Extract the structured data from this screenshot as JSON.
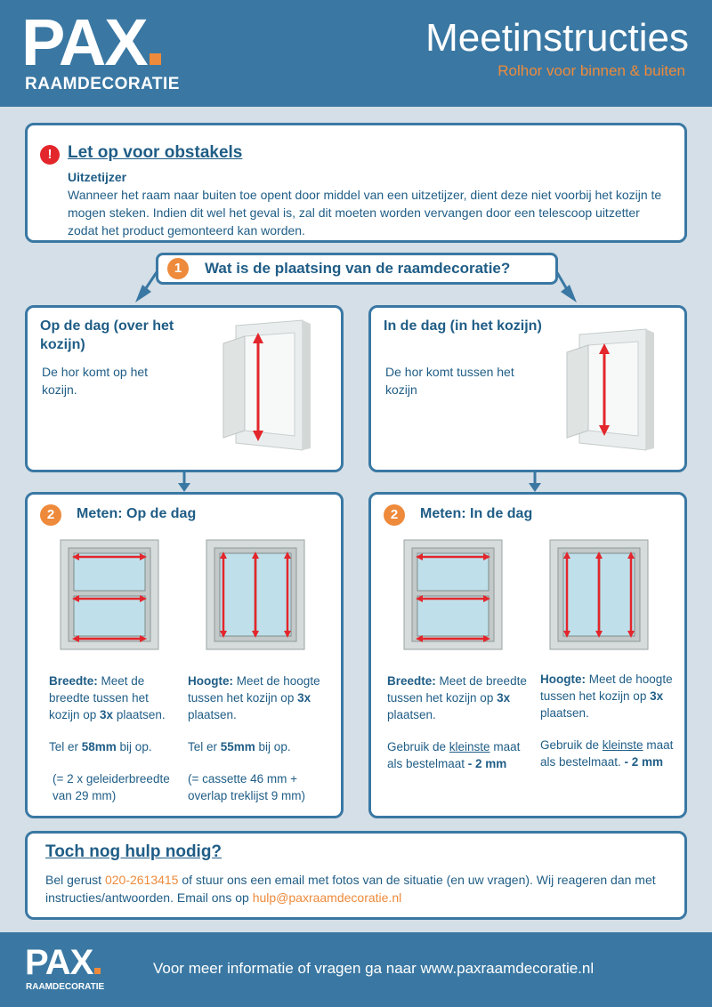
{
  "header": {
    "logo": "PAX",
    "logo_sub": "RAAMDECORATIE",
    "title": "Meetinstructies",
    "subtitle": "Rolhor voor binnen & buiten"
  },
  "alert": {
    "icon": "!",
    "title": "Let op voor obstakels",
    "subtitle": "Uitzetijzer",
    "body": "Wanneer het raam naar buiten toe opent door middel van een uitzetijzer, dient deze niet voorbij het kozijn te mogen steken. Indien dit wel het geval is, zal dit moeten worden vervangen door een telescoop uitzetter zodat het product gemonteerd kan worden."
  },
  "step1": {
    "number": "1",
    "question": "Wat is de plaatsing van de raamdecoratie?"
  },
  "placement_left": {
    "title": "Op de dag (over het kozijn)",
    "body": "De hor komt op het kozijn."
  },
  "placement_right": {
    "title": "In de dag (in het kozijn)",
    "body": "De hor komt tussen het kozijn"
  },
  "measure_left": {
    "number": "2",
    "title": "Meten: Op de dag",
    "width_label": "Breedte:",
    "width_text": " Meet de breedte tussen het kozijn op ",
    "width_bold": "3x",
    "width_tail": " plaatsen.",
    "width_add_pre": "Tel er ",
    "width_add_bold": "58mm",
    "width_add_post": " bij op.",
    "width_note": "(= 2 x geleiderbreedte van 29 mm)",
    "height_label": "Hoogte:",
    "height_text": " Meet de hoogte tussen het kozijn op ",
    "height_bold": "3x",
    "height_tail": " plaatsen.",
    "height_add_pre": "Tel er ",
    "height_add_bold": "55mm",
    "height_add_post": " bij op.",
    "height_note": "(= cassette 46 mm + overlap treklijst 9 mm)"
  },
  "measure_right": {
    "number": "2",
    "title": "Meten: In de dag",
    "width_label": "Breedte:",
    "width_text": " Meet de breedte tussen het kozijn op ",
    "width_bold": "3x",
    "width_tail": " plaatsen.",
    "width_use_pre": "Gebruik de ",
    "width_use_u": "kleinste",
    "width_use_post": " maat als bestelmaat ",
    "width_use_bold": "- 2 mm",
    "height_label": "Hoogte:",
    "height_text": " Meet de hoogte tussen het kozijn op ",
    "height_bold": "3x",
    "height_tail": " plaatsen.",
    "height_use_pre": "Gebruik de ",
    "height_use_u": "kleinste",
    "height_use_post": " maat als bestelmaat. ",
    "height_use_bold": "- 2 mm"
  },
  "help": {
    "title": "Toch nog hulp nodig?",
    "pre": "Bel gerust ",
    "phone": "020-2613415",
    "mid": " of stuur ons een email met fotos van de situatie (en uw vragen). Wij reageren dan met instructies/antwoorden. Email ons op ",
    "email": "hulp@paxraamdecoratie.nl"
  },
  "footer": {
    "logo": "PAX",
    "logo_sub": "RAAMDECORATIE",
    "text": "Voor meer informatie of vragen ga naar www.paxraamdecoratie.nl"
  },
  "colors": {
    "brand_blue": "#3a78a3",
    "text_blue": "#1f5d86",
    "accent_orange": "#ee8a3b",
    "alert_red": "#e3262b",
    "arrow_red": "#e3262b"
  }
}
